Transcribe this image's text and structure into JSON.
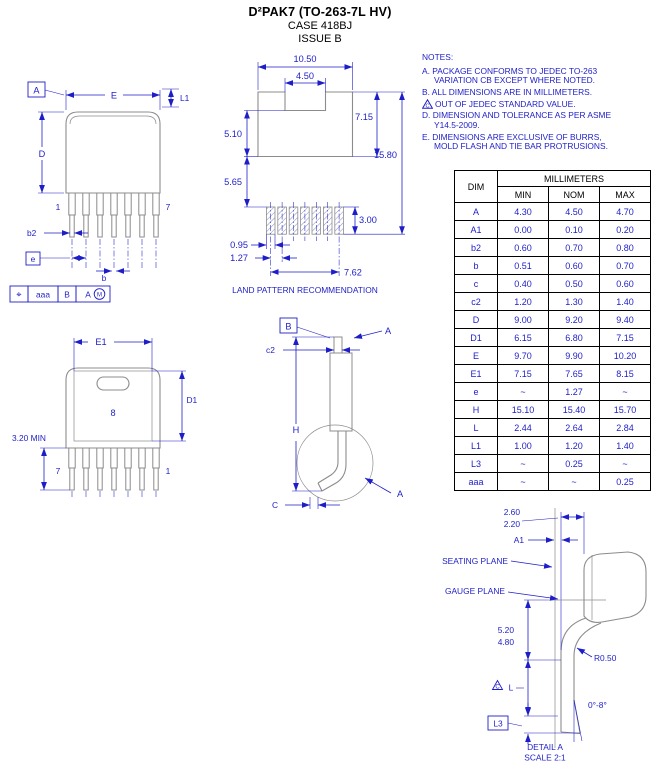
{
  "title": {
    "line1": "D²PAK7 (TO-263-7L HV)",
    "line2": "CASE 418BJ",
    "line3": "ISSUE B"
  },
  "notes": {
    "heading": "NOTES:",
    "a1": "A. PACKAGE CONFORMS TO JEDEC TO-263",
    "a2": "VARIATION CB EXCEPT WHERE NOTED.",
    "b": "B. ALL DIMENSIONS ARE IN MILLIMETERS.",
    "c_letter": "C",
    "c": "OUT OF JEDEC STANDARD VALUE.",
    "d1": "D. DIMENSION AND TOLERANCE AS PER ASME",
    "d2": "Y14.5-2009.",
    "e1": "E. DIMENSIONS ARE EXCLUSIVE OF BURRS,",
    "e2": "MOLD FLASH AND TIE BAR PROTRUSIONS."
  },
  "table": {
    "dim_header": "DIM",
    "unit_header": "MILLIMETERS",
    "columns": [
      "MIN",
      "NOM",
      "MAX"
    ],
    "rows": [
      [
        "A",
        "4.30",
        "4.50",
        "4.70"
      ],
      [
        "A1",
        "0.00",
        "0.10",
        "0.20"
      ],
      [
        "b2",
        "0.60",
        "0.70",
        "0.80"
      ],
      [
        "b",
        "0.51",
        "0.60",
        "0.70"
      ],
      [
        "c",
        "0.40",
        "0.50",
        "0.60"
      ],
      [
        "c2",
        "1.20",
        "1.30",
        "1.40"
      ],
      [
        "D",
        "9.00",
        "9.20",
        "9.40"
      ],
      [
        "D1",
        "6.15",
        "6.80",
        "7.15"
      ],
      [
        "E",
        "9.70",
        "9.90",
        "10.20"
      ],
      [
        "E1",
        "7.15",
        "7.65",
        "8.15"
      ],
      [
        "e",
        "~",
        "1.27",
        "~"
      ],
      [
        "H",
        "15.10",
        "15.40",
        "15.70"
      ],
      [
        "L",
        "2.44",
        "2.64",
        "2.84"
      ],
      [
        "L1",
        "1.00",
        "1.20",
        "1.40"
      ],
      [
        "L3",
        "~",
        "0.25",
        "~"
      ],
      [
        "aaa",
        "~",
        "~",
        "0.25"
      ]
    ]
  },
  "front_view": {
    "datum_a": "A",
    "dim_e": "E",
    "dim_l1": "L1",
    "dim_d": "D",
    "pin_1": "1",
    "pin_7": "7",
    "dim_b2": "b2",
    "dim_pitch": "e",
    "dim_b": "b",
    "fcf_symbol": "⌖",
    "fcf_tol": "aaa",
    "fcf_datum_b": "B",
    "fcf_datum_a": "A",
    "fcf_modifier": "M"
  },
  "land_pattern": {
    "dim_width": "10.50",
    "dim_notch": "4.50",
    "dim_upper": "5.10",
    "dim_tab_height": "7.15",
    "dim_total": "15.80",
    "dim_gap": "5.65",
    "dim_pad_height": "3.00",
    "dim_pad_width": "0.95",
    "dim_pitch": "1.27",
    "dim_span": "7.62",
    "caption": "LAND PATTERN RECOMMENDATION"
  },
  "bottom_view": {
    "dim_e1": "E1",
    "pad_number": "8",
    "dim_d1": "D1",
    "dim_lead": "3.20 MIN",
    "pin_7": "7",
    "pin_1": "1"
  },
  "side_view": {
    "datum_b": "B",
    "view_arrow": "A",
    "dim_c2": "c2",
    "dim_h": "H",
    "dim_c": "C",
    "detail_ref": "A"
  },
  "detail_a": {
    "dim_upper_a": "2.60",
    "dim_upper_b": "2.20",
    "dim_a1": "A1",
    "seating_plane": "SEATING PLANE",
    "gauge_plane": "GAUGE PLANE",
    "dim_mid_a": "5.20",
    "dim_mid_b": "4.80",
    "radius": "R0.50",
    "flag_letter": "C",
    "dim_l": "L",
    "angle": "0°-8°",
    "dim_l3": "L3",
    "title": "DETAIL A",
    "scale": "SCALE 2:1"
  },
  "colors": {
    "dimension_blue": "#1e1ec8",
    "line_gray": "#8c8c8c"
  }
}
